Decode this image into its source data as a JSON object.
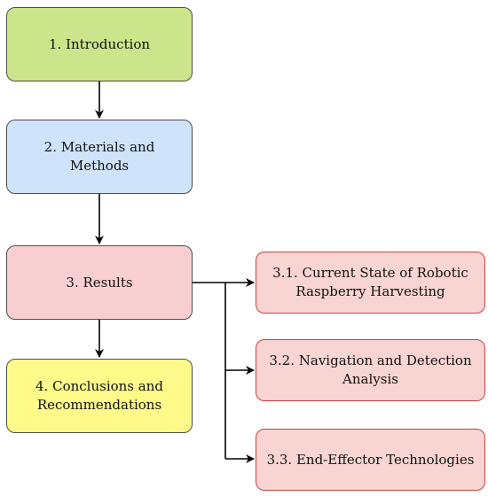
{
  "diagram": {
    "nodes": {
      "introduction": "1. Introduction",
      "materials_methods": "2. Materials and Methods",
      "results": "3. Results",
      "conclusions": "4. Conclusions and Recommendations",
      "sub_current_state": "3.1. Current State of Robotic Raspberry Harvesting",
      "sub_navigation": "3.2. Navigation and Detection Analysis",
      "sub_end_effector": "3.3. End-Effector Technologies"
    },
    "colors": {
      "introduction_fill": "#cde58a",
      "materials_methods_fill": "#cfe3fb",
      "results_fill": "#f8cfd0",
      "conclusions_fill": "#fdfa8a",
      "subsection_fill": "#f8d5d2",
      "subsection_border": "#c9403e",
      "main_border": "#4d4d4d",
      "arrow": "#000000"
    }
  }
}
